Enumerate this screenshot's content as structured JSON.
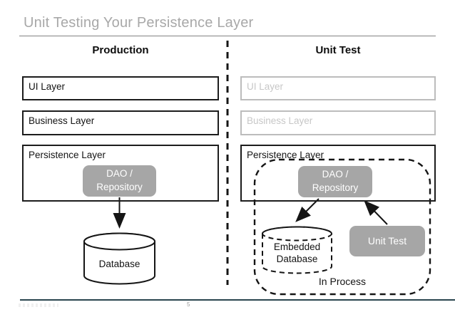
{
  "title": "Unit Testing Your Persistence Layer",
  "page_number": "5",
  "production": {
    "heading": "Production",
    "ui_layer": "UI Layer",
    "business_layer": "Business Layer",
    "persistence_layer": "Persistence Layer",
    "dao_line1": "DAO /",
    "dao_line2": "Repository",
    "database": "Database"
  },
  "unit_test": {
    "heading": "Unit Test",
    "ui_layer": "UI Layer",
    "business_layer": "Business Layer",
    "persistence_layer": "Persistence Layer",
    "dao_line1": "DAO /",
    "dao_line2": "Repository",
    "embedded_db_line1": "Embedded",
    "embedded_db_line2": "Database",
    "unit_test_box": "Unit Test",
    "in_process": "In Process"
  },
  "colors": {
    "title_gray": "#a8a8a8",
    "box_fill_gray": "#a6a6a6",
    "box_text_white": "#ffffff",
    "disabled_border_gray": "#bcbcbc",
    "disabled_text_gray": "#c7c7c7",
    "line_black": "#1c1c1c",
    "footer_line_teal": "#29454e",
    "page_number_gray": "#9b9b9b"
  }
}
